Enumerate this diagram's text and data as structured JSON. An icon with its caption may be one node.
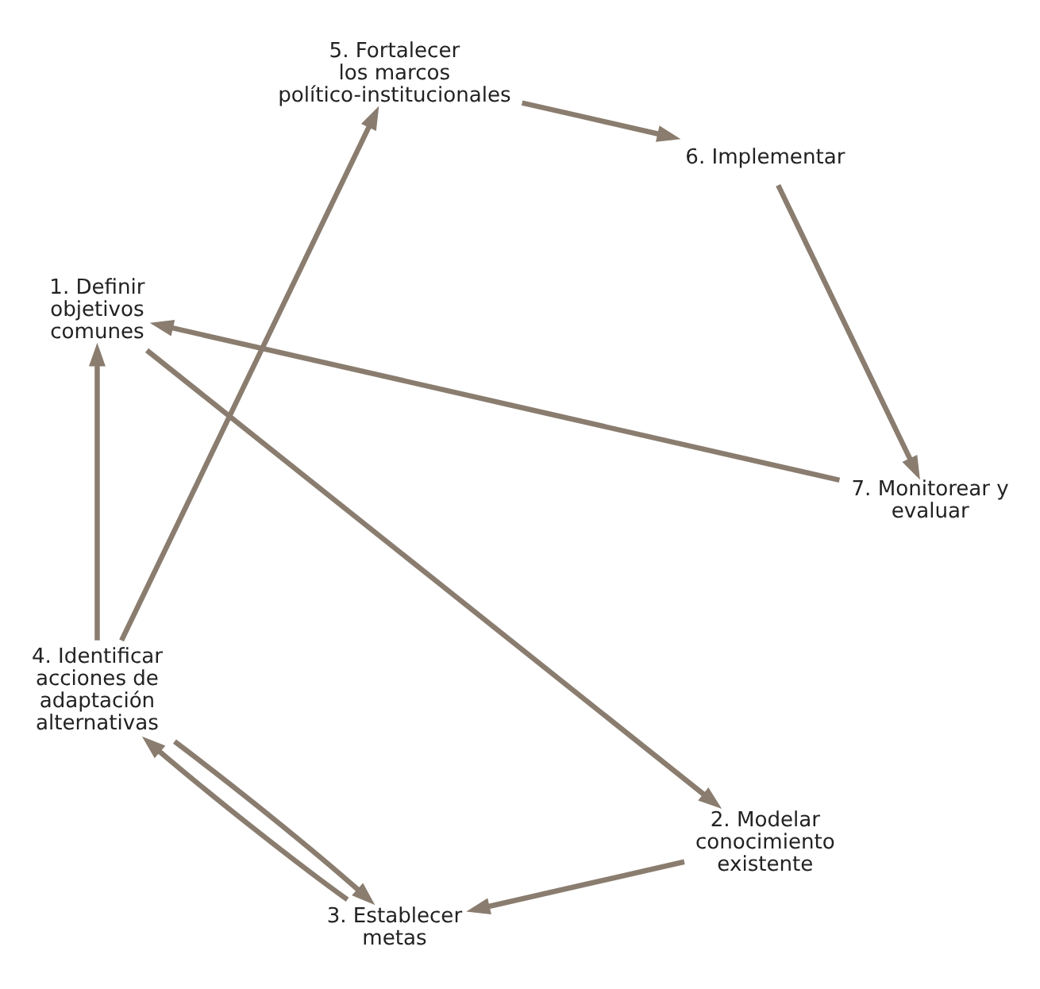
{
  "diagram": {
    "nodes": [
      {
        "text": [
          "1. Definir objetivos comunes"
        ]
      },
      {
        "text": [
          "2. Modelar conocimiento existente"
        ]
      },
      {
        "text": [
          "3. Establecer metas"
        ]
      },
      {
        "text": [
          "4. Identificar acciones de adaptación alternativas"
        ]
      },
      {
        "text": [
          "5. Fortalecer los marcos político-institucionales"
        ]
      },
      {
        "text": [
          "6. Implementar"
        ]
      },
      {
        "text": [
          "7. Monitorear y evaluar"
        ]
      }
    ],
    "edges": [
      {
        "from": 0,
        "to": 1,
        "arrow": "to"
      },
      {
        "from": 1,
        "to": 2,
        "arrow": "to"
      },
      {
        "from": 2,
        "to": 3,
        "arrow": "to"
      },
      {
        "from": 3,
        "to": 4,
        "arrow": "to"
      },
      {
        "from": 4,
        "to": 5,
        "arrow": "to"
      },
      {
        "from": 5,
        "to": 6,
        "arrow": "to"
      },
      {
        "from": 6,
        "to": 0,
        "arrow": "to"
      },
      {
        "from": 3,
        "to": 0,
        "arrow": "to"
      },
      {
        "from": 3,
        "to": 2,
        "arrow": "to"
      }
    ]
  }
}
